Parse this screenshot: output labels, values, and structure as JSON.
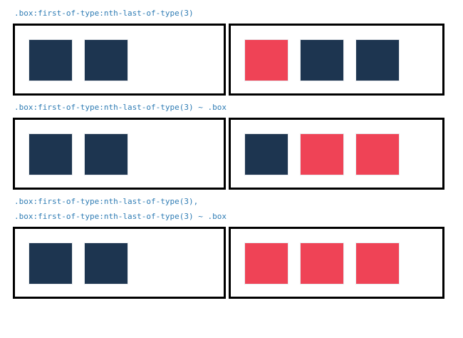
{
  "page": {
    "title": "CSS selector demonstration",
    "background": "#ffffff"
  },
  "colors": {
    "default_box": "#1d3550",
    "highlight_box": "#ef4356",
    "panel_border": "#000000",
    "label_text": "#2f7cb4",
    "box_outline": "#e8ebee"
  },
  "rows": [
    {
      "id": "row-1",
      "label": ".box:first-of-type:nth-last-of-type(3)",
      "label_line_1": ".box:first-of-type:nth-last-of-type(3)",
      "label_line_2": "",
      "left_panel": {
        "name": "two-box-group",
        "boxes": [
          {
            "state": "default"
          },
          {
            "state": "default"
          }
        ]
      },
      "right_panel": {
        "name": "three-box-group",
        "boxes": [
          {
            "state": "highlight"
          },
          {
            "state": "default"
          },
          {
            "state": "default"
          }
        ]
      }
    },
    {
      "id": "row-2",
      "label": ".box:first-of-type:nth-last-of-type(3) ~ .box",
      "label_line_1": ".box:first-of-type:nth-last-of-type(3) ~ .box",
      "label_line_2": "",
      "left_panel": {
        "name": "two-box-group",
        "boxes": [
          {
            "state": "default"
          },
          {
            "state": "default"
          }
        ]
      },
      "right_panel": {
        "name": "three-box-group",
        "boxes": [
          {
            "state": "default"
          },
          {
            "state": "highlight"
          },
          {
            "state": "highlight"
          }
        ]
      }
    },
    {
      "id": "row-3",
      "label": ".box:first-of-type:nth-last-of-type(3),\n.box:first-of-type:nth-last-of-type(3) ~ .box",
      "label_line_1": ".box:first-of-type:nth-last-of-type(3),",
      "label_line_2": ".box:first-of-type:nth-last-of-type(3) ~ .box",
      "left_panel": {
        "name": "two-box-group",
        "boxes": [
          {
            "state": "default"
          },
          {
            "state": "default"
          }
        ]
      },
      "right_panel": {
        "name": "three-box-group",
        "boxes": [
          {
            "state": "highlight"
          },
          {
            "state": "highlight"
          },
          {
            "state": "highlight"
          }
        ]
      }
    }
  ]
}
